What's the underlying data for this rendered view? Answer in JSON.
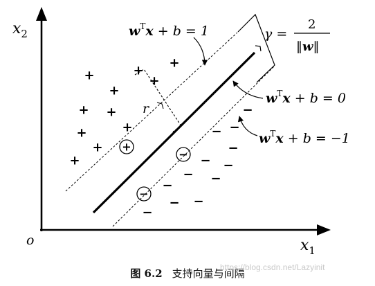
{
  "axes": {
    "y_label_base": "x",
    "y_label_sub": "2",
    "x_label_base": "x",
    "x_label_sub": "1",
    "origin": "o"
  },
  "labels": {
    "upper_margin": {
      "w": "w",
      "T": "T",
      "x": "x",
      "rest": " + b = 1"
    },
    "hyperplane": {
      "w": "w",
      "T": "T",
      "x": "x",
      "rest": " + b = 0"
    },
    "lower_margin": {
      "w": "w",
      "T": "T",
      "x": "x",
      "rest": " + b = −1"
    },
    "gamma": {
      "lhs": "γ =",
      "num": "2",
      "den_w": "w",
      "den_bar": "‖"
    },
    "r": "r"
  },
  "markers": {
    "plus": "+",
    "minus": "−"
  },
  "points": {
    "plus": [
      [
        129,
        108
      ],
      [
        165,
        130
      ],
      [
        200,
        101
      ],
      [
        223,
        116
      ],
      [
        252,
        90
      ],
      [
        121,
        158
      ],
      [
        161,
        161
      ],
      [
        118,
        191
      ],
      [
        184,
        183
      ],
      [
        141,
        212
      ],
      [
        108,
        231
      ]
    ],
    "minus": [
      [
        358,
        158
      ],
      [
        313,
        189
      ],
      [
        339,
        183
      ],
      [
        337,
        213
      ],
      [
        297,
        231
      ],
      [
        330,
        238
      ],
      [
        272,
        251
      ],
      [
        312,
        257
      ],
      [
        242,
        267
      ],
      [
        287,
        290
      ],
      [
        252,
        292
      ],
      [
        213,
        306
      ]
    ],
    "support_plus": [
      [
        183,
        212
      ]
    ],
    "support_minus": [
      [
        265,
        223
      ],
      [
        208,
        280
      ]
    ]
  },
  "caption": {
    "number": "图 6.2",
    "title": "支持向量与间隔",
    "watermark": "https://blog.csdn.net/Lazyinit"
  }
}
